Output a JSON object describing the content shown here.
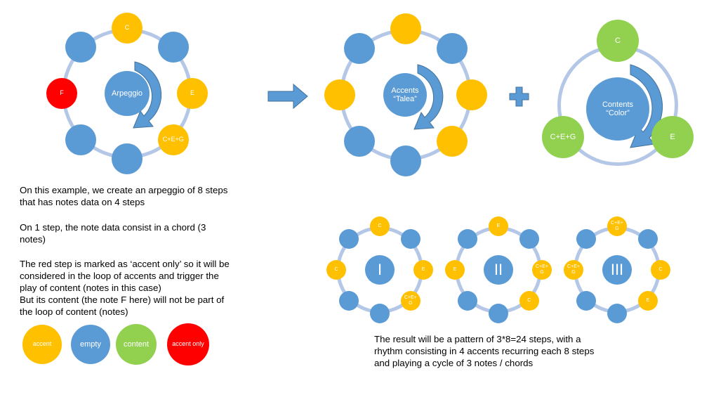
{
  "colors": {
    "accent": "#ffc000",
    "empty": "#5b9bd5",
    "content": "#92d050",
    "accent_only": "#ff0000",
    "ring": "#b4c7e7"
  },
  "arpeggio": {
    "center": "Arpeggio",
    "steps": [
      {
        "type": "accent",
        "label": "C"
      },
      {
        "type": "empty",
        "label": ""
      },
      {
        "type": "accent",
        "label": "E"
      },
      {
        "type": "accent",
        "label": "C+E+G"
      },
      {
        "type": "empty",
        "label": ""
      },
      {
        "type": "empty",
        "label": ""
      },
      {
        "type": "accent_only",
        "label": "F"
      },
      {
        "type": "empty",
        "label": ""
      }
    ]
  },
  "talea": {
    "center_line1": "Accents",
    "center_line2": "“Talea”",
    "steps": [
      {
        "type": "accent",
        "label": ""
      },
      {
        "type": "empty",
        "label": ""
      },
      {
        "type": "accent",
        "label": ""
      },
      {
        "type": "accent",
        "label": ""
      },
      {
        "type": "empty",
        "label": ""
      },
      {
        "type": "empty",
        "label": ""
      },
      {
        "type": "accent",
        "label": ""
      },
      {
        "type": "empty",
        "label": ""
      }
    ]
  },
  "color": {
    "center_line1": "Contents",
    "center_line2": "“Color”",
    "items": [
      {
        "type": "content",
        "label": "C"
      },
      {
        "type": "content",
        "label": "E"
      },
      {
        "type": "content",
        "label": "C+E+G"
      }
    ]
  },
  "results": [
    {
      "center": "I",
      "steps": [
        {
          "type": "accent",
          "label": "C"
        },
        {
          "type": "empty",
          "label": ""
        },
        {
          "type": "accent",
          "label": "E"
        },
        {
          "type": "accent",
          "label": "C+E+ G"
        },
        {
          "type": "empty",
          "label": ""
        },
        {
          "type": "empty",
          "label": ""
        },
        {
          "type": "accent",
          "label": "C"
        },
        {
          "type": "empty",
          "label": ""
        }
      ]
    },
    {
      "center": "II",
      "steps": [
        {
          "type": "accent",
          "label": "E"
        },
        {
          "type": "empty",
          "label": ""
        },
        {
          "type": "accent",
          "label": "C+E+ G"
        },
        {
          "type": "accent",
          "label": "C"
        },
        {
          "type": "empty",
          "label": ""
        },
        {
          "type": "empty",
          "label": ""
        },
        {
          "type": "accent",
          "label": "E"
        },
        {
          "type": "empty",
          "label": ""
        }
      ]
    },
    {
      "center": "III",
      "steps": [
        {
          "type": "accent",
          "label": "C+E+ G"
        },
        {
          "type": "empty",
          "label": ""
        },
        {
          "type": "accent",
          "label": "C"
        },
        {
          "type": "accent",
          "label": "E"
        },
        {
          "type": "empty",
          "label": ""
        },
        {
          "type": "empty",
          "label": ""
        },
        {
          "type": "accent",
          "label": "C+E+ G"
        },
        {
          "type": "empty",
          "label": ""
        }
      ]
    }
  ],
  "text": {
    "p1": "On this example, we create an arpeggio of 8 steps\nthat has notes data on 4 steps",
    "p2": "On 1 step, the note data consist in a chord (3\nnotes)",
    "p3": "The red step is marked as ‘accent only’ so it will be\nconsidered in the loop of accents and trigger the\nplay of content (notes in this case)\nBut its content (the note F here) will not be part of\nthe loop of content (notes)",
    "result": "The result will be a pattern of 3*8=24 steps, with a\nrhythm consisting in 4 accents recurring each 8 steps\nand playing a cycle of 3 notes / chords"
  },
  "legend": [
    {
      "type": "accent",
      "label": "accent"
    },
    {
      "type": "empty",
      "label": "empty"
    },
    {
      "type": "content",
      "label": "content"
    },
    {
      "type": "accent_only",
      "label": "accent only"
    }
  ]
}
